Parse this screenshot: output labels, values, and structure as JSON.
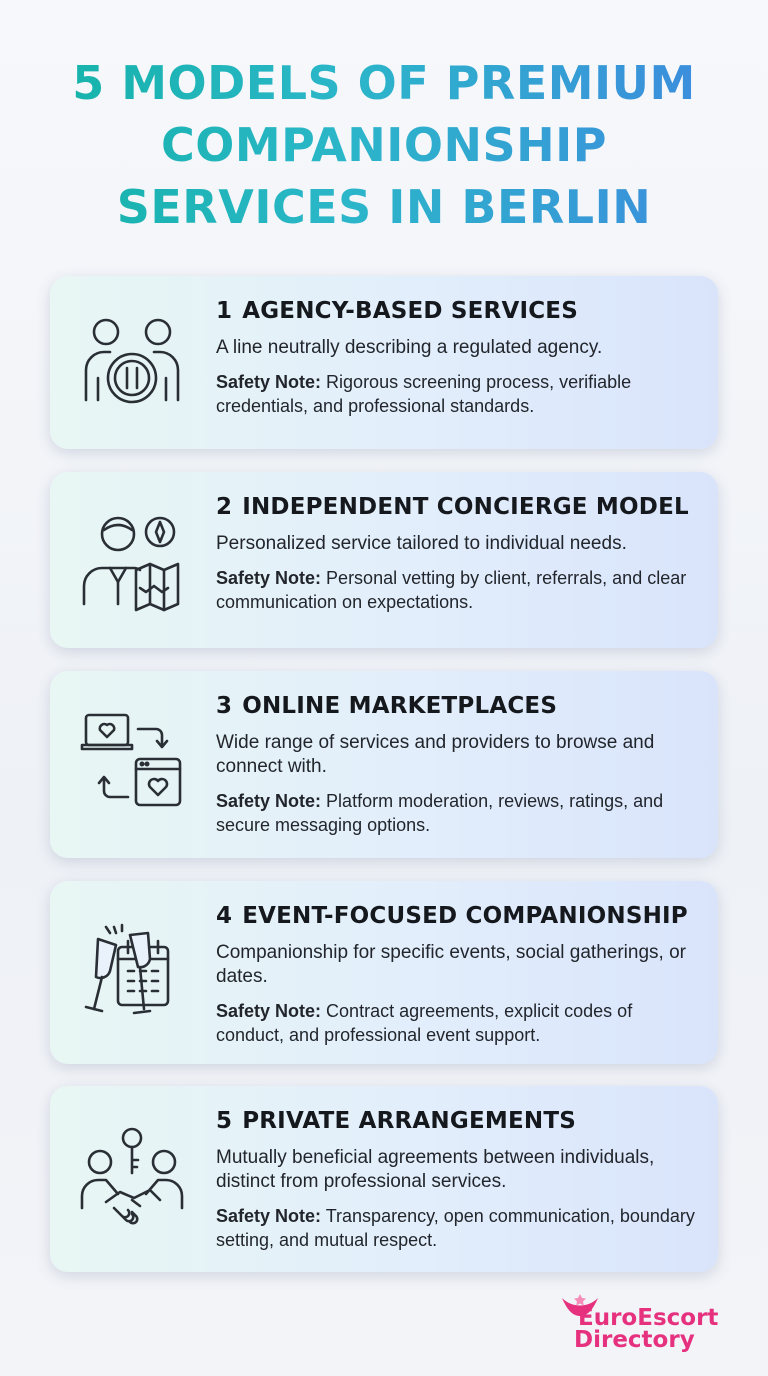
{
  "title": {
    "line1": "5 MODELS OF PREMIUM",
    "line2": "COMPANIONSHIP",
    "line3": "SERVICES IN BERLIN"
  },
  "colors": {
    "title_start": "#12b3a4",
    "title_end": "#3f86e0",
    "card_start": "#e8f6f4",
    "card_end": "#d9e4fb",
    "brand": "#e6317f"
  },
  "safety_label": "Safety Note:",
  "cards": [
    {
      "number": "1",
      "heading": "AGENCY-BASED SERVICES",
      "description": "A line neutrally describing a regulated agency.",
      "safety": "Rigorous screening process, verifiable credentials, and professional standards.",
      "icon": "people-shield-icon"
    },
    {
      "number": "2",
      "heading": "INDEPENDENT CONCIERGE MODEL",
      "description": "Personalized service tailored to individual needs.",
      "safety": "Personal vetting by client, referrals, and clear communication on expectations.",
      "icon": "concierge-map-compass-icon"
    },
    {
      "number": "3",
      "heading": "ONLINE MARKETPLACES",
      "description": "Wide range of services and providers to browse and connect with.",
      "safety": "Platform moderation, reviews, ratings, and secure messaging options.",
      "icon": "laptop-tablet-exchange-icon"
    },
    {
      "number": "4",
      "heading": "EVENT-FOCUSED COMPANIONSHIP",
      "description": "Companionship for specific events, social gatherings, or dates.",
      "safety": "Contract agreements, explicit codes of conduct, and professional event support.",
      "icon": "champagne-calendar-icon"
    },
    {
      "number": "5",
      "heading": "PRIVATE ARRANGEMENTS",
      "description": "Mutually beneficial agreements between individuals, distinct from professional services.",
      "safety": "Transparency, open communication, boundary setting, and mutual respect.",
      "icon": "handshake-key-icon"
    }
  ],
  "logo": {
    "line1": "EuroEscort",
    "line2": "Directory"
  }
}
